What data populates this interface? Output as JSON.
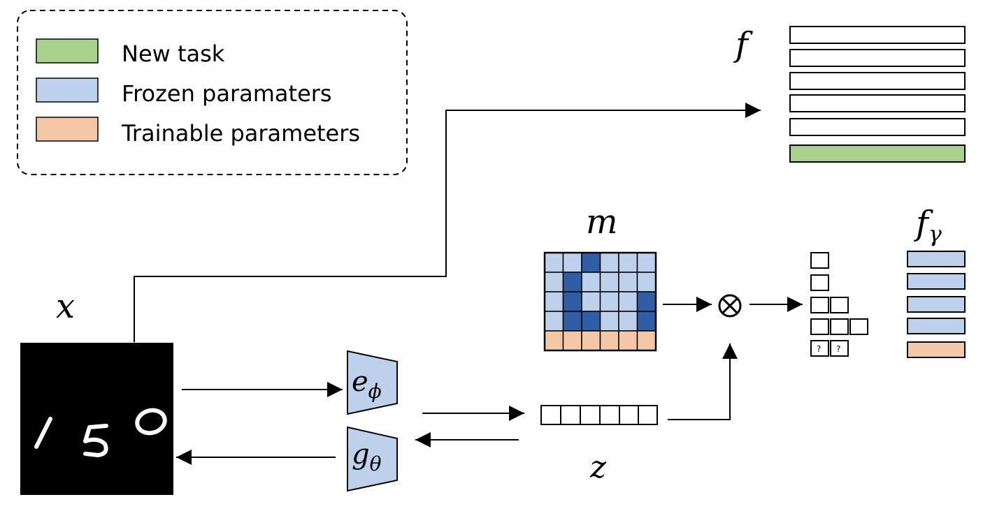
{
  "colors": {
    "new_task": "#a9d18e",
    "frozen": "#bdd1ec",
    "frozen_dark": "#2f5ea6",
    "trainable": "#f4c7a6",
    "line": "#000000"
  },
  "legend": {
    "items": [
      {
        "label": "New task",
        "color": "#a9d18e"
      },
      {
        "label": "Frozen paramaters",
        "color": "#bdd1ec"
      },
      {
        "label": "Trainable parameters",
        "color": "#f4c7a6"
      }
    ]
  },
  "labels": {
    "f": "f",
    "x": "x",
    "m": "m",
    "z": "z",
    "f_gamma": "f",
    "f_gamma_sub": "γ",
    "encoder": "e",
    "encoder_sub": "ϕ",
    "decoder": "g",
    "decoder_sub": "θ",
    "otimes": "⊗",
    "unknown": "?"
  },
  "input_image": {
    "description": "handwritten digits",
    "digits": "150"
  },
  "icons": {
    "encoder": "trapezoid-encoder-icon",
    "decoder": "trapezoid-decoder-icon",
    "multiply": "otimes-icon"
  }
}
